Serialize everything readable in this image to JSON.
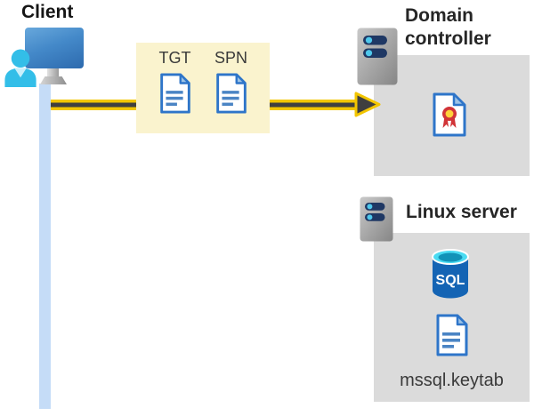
{
  "client": {
    "label": "Client"
  },
  "tickets": {
    "items": [
      {
        "label": "TGT"
      },
      {
        "label": "SPN"
      }
    ]
  },
  "domain_controller": {
    "label": "Domain controller"
  },
  "linux_server": {
    "label": "Linux server",
    "sql_icon_label": "SQL",
    "keytab_label": "mssql.keytab"
  },
  "icons": {
    "client_icon": "person-at-monitor",
    "ticket_icon": "document",
    "server_icon": "server-tower",
    "certificate_icon": "certificate-document",
    "database_icon": "sql-database-cylinder",
    "keytab_icon": "document"
  },
  "colors": {
    "arrow_yellow": "#F2C500",
    "arrow_dark": "#3F3F3F",
    "ticket_box_bg": "#FAF3CE",
    "server_box_bg": "#DBDBDB",
    "client_timeline": "#C5DCF7",
    "doc_outline_blue": "#2E75C9",
    "sql_body_blue": "#1464B4",
    "sql_top_cyan": "#4ADBF2",
    "cert_ribbon_red": "#D13438",
    "cert_seal_yellow": "#FFD23B",
    "monitor_blue": "#3D7EC2",
    "person_cyan": "#33BEE8",
    "server_slot_navy": "#1F3864",
    "server_led_cyan": "#4FC8EC"
  }
}
